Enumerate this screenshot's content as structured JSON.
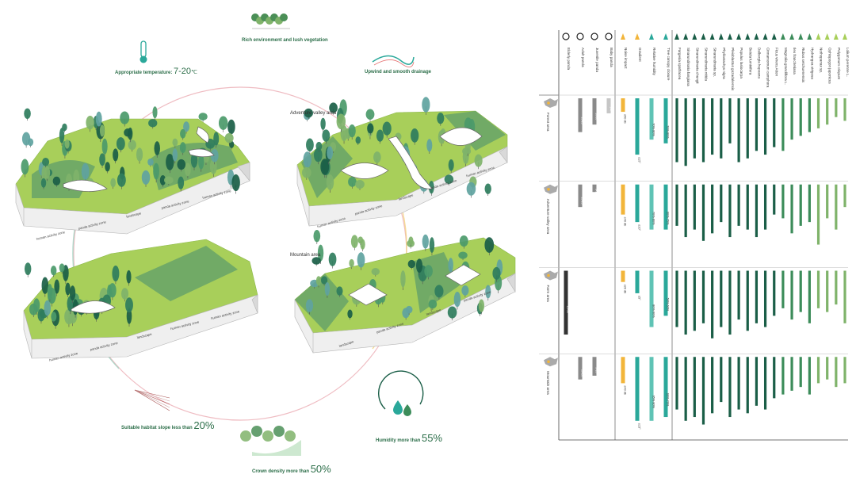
{
  "colors": {
    "forest_dark": "#1a5e47",
    "forest_mid": "#3c8c5a",
    "grass_light": "#a8cf5a",
    "grass_pale": "#c9e08a",
    "teal": "#2aa89a",
    "mint": "#5fc3b5",
    "amber": "#f2b53a",
    "gray_dark": "#333333",
    "gray_mid": "#8a8a8a",
    "gray_light": "#c6c6c6",
    "zone_white": "#f4f4f4"
  },
  "conditions": {
    "vegetation": "Rich environment and lush vegetation",
    "temperature_label": "Appropriate temperature:",
    "temperature_value": "7-20",
    "temperature_unit": "℃",
    "drainage": "Upwind and smooth drainage",
    "slope_label": "Suitable habitat slope less than",
    "slope_value": "20%",
    "crown_label": "Crown density more than",
    "crown_value": "50%",
    "humidity_label": "Humidity more than",
    "humidity_value": "55%"
  },
  "blocks": {
    "adventure_title": "Adventure valley area",
    "mountain_title": "Mountain area",
    "forest_zones": [
      "human activity zone",
      "panda activity zone",
      "landscape",
      "panda activity zone",
      "human activity zone"
    ],
    "adventure_zones": [
      "human activity zone",
      "panda activity zone",
      "landscape",
      "panda activity zone",
      "human activity zone"
    ],
    "farm_zones": [
      "human activity zone",
      "panda activity zone",
      "landscape",
      "human activity zone",
      "human activity zone"
    ],
    "mountain_zones": [
      "landscape",
      "panda activity zone",
      "landscape",
      "panda activity zone"
    ]
  },
  "table": {
    "columns": [
      {
        "name": "Elderly panda",
        "group": "panda"
      },
      {
        "name": "Adult panda",
        "group": "panda"
      },
      {
        "name": "Juvenile panda",
        "group": "panda"
      },
      {
        "name": "Baby panda",
        "group": "panda"
      },
      {
        "name": "Noise impact",
        "group": "env"
      },
      {
        "name": "Gradient",
        "group": "env"
      },
      {
        "name": "Relative humidity",
        "group": "env"
      },
      {
        "name": "Tree canopy closure",
        "group": "env"
      },
      {
        "name": "Fargesia spathacea",
        "group": "plant"
      },
      {
        "name": "Sinarundinaria fangiana",
        "group": "plant"
      },
      {
        "name": "Sinarundinaria chungii",
        "group": "plant"
      },
      {
        "name": "Sinarundinaria nitida",
        "group": "plant"
      },
      {
        "name": "Sinarundinaria sp.",
        "group": "plant"
      },
      {
        "name": "Phyllostachys nigra",
        "group": "plant"
      },
      {
        "name": "Pleioblastus gozadakensis",
        "group": "plant"
      },
      {
        "name": "Populus lasiocarpa",
        "group": "plant"
      },
      {
        "name": "Betula luminifera",
        "group": "plant"
      },
      {
        "name": "Dalbergia hupeana",
        "group": "plant"
      },
      {
        "name": "Cinnamomum camphora",
        "group": "plant"
      },
      {
        "name": "Ficus virens Aiton",
        "group": "plant"
      },
      {
        "name": "Magnolia grandiflora L.",
        "group": "plant"
      },
      {
        "name": "Ilex franchetiana",
        "group": "plant"
      },
      {
        "name": "Rubus setchuenensis",
        "group": "plant"
      },
      {
        "name": "Hydrangea strigosa",
        "group": "plant"
      },
      {
        "name": "Nothopanax sp.",
        "group": "plant"
      },
      {
        "name": "Ophiopogon japonicus",
        "group": "plant"
      },
      {
        "name": "Polygonum crispum",
        "group": "plant"
      },
      {
        "name": "Lolium perenne L.",
        "group": "plant"
      }
    ],
    "rows": [
      {
        "area": "Forest area",
        "panda_ranges": [
          "",
          "15-25",
          "10-20",
          "1-4"
        ],
        "noise": "≤50 db",
        "gradient": "≤15°",
        "humidity": "70%-80%",
        "canopy": "70%-80%",
        "panda": [
          0,
          0.45,
          0.35,
          0.2
        ],
        "env": [
          0.18,
          0.75,
          0.55,
          0.6
        ],
        "plants": [
          0.85,
          0.9,
          0.8,
          0.85,
          0.75,
          0.8,
          0.6,
          0.85,
          0.8,
          0.7,
          0.75,
          0.65,
          0.7,
          0.55,
          0.5,
          0.45,
          0.4,
          0.35,
          0.25,
          0.3,
          0.2,
          0.25,
          0.3,
          0.2,
          0.25,
          0.15,
          0.22,
          0.18
        ]
      },
      {
        "area": "Adventure valley area",
        "panda_ranges": [
          "",
          "15-25",
          "3-12",
          ""
        ],
        "noise": "≤40 db",
        "gradient": "≤10°",
        "humidity": "70%-80%",
        "canopy": "60%-75%",
        "panda": [
          0,
          0.3,
          0.1,
          0
        ],
        "env": [
          0.4,
          0.5,
          0.6,
          0.6
        ],
        "plants": [
          0.55,
          0.7,
          0.6,
          0.75,
          0.65,
          0.5,
          0.7,
          0.55,
          0.6,
          0.7,
          0.6,
          0.4,
          0.45,
          0.65,
          0.55,
          0.5,
          0.8,
          0.45,
          0.6,
          0.3,
          0.55,
          0.75,
          0.7,
          0.5,
          0.65,
          0.45,
          0.55,
          0.6
        ]
      },
      {
        "area": "Farm area",
        "panda_ranges": [
          "25-30",
          "",
          "",
          ""
        ],
        "noise": "≤20 db",
        "gradient": "≤5°",
        "humidity": "80%-90%",
        "canopy": "50%-60%",
        "panda": [
          0.85,
          0,
          0,
          0
        ],
        "env": [
          0.15,
          0.3,
          0.75,
          0.6
        ],
        "plants": [
          0.75,
          0.85,
          0.8,
          0.7,
          0.9,
          0.75,
          0.85,
          0.65,
          0.8,
          0.7,
          0.75,
          0.6,
          0.5,
          0.65,
          0.55,
          0.7,
          0.5,
          0.55,
          0.45,
          0.7,
          0.6,
          0.75,
          0.85,
          0.9,
          0.8,
          0.7,
          0.65,
          0.75
        ]
      },
      {
        "area": "Mountain area",
        "panda_ranges": [
          "",
          "10-20",
          "5-10",
          ""
        ],
        "noise": "≤40 db",
        "gradient": "≤15°",
        "humidity": "65%-80%",
        "canopy": "60%-70%",
        "panda": [
          0,
          0.3,
          0.25,
          0
        ],
        "env": [
          0.35,
          0.85,
          0.85,
          0.8
        ],
        "plants": [
          0.7,
          0.85,
          0.8,
          0.9,
          0.75,
          0.6,
          0.8,
          0.7,
          0.75,
          0.65,
          0.7,
          0.55,
          0.5,
          0.45,
          0.4,
          0.5,
          0.35,
          0.3,
          0.4,
          0.35,
          0.3,
          0.45,
          0.55,
          0.5,
          0.45,
          0.4,
          0.35,
          0.3
        ]
      }
    ]
  }
}
